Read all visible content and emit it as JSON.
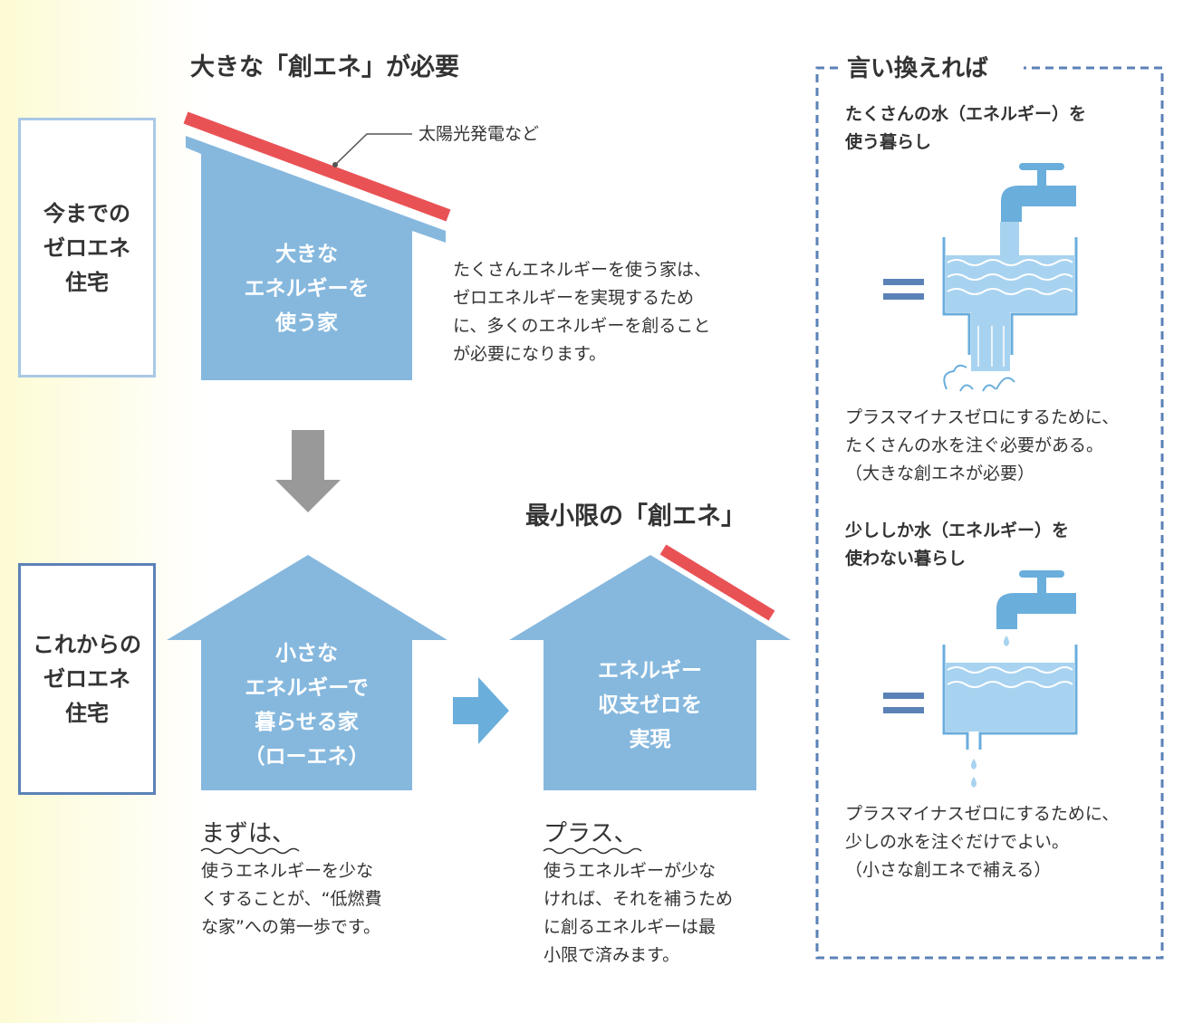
{
  "colors": {
    "house_blue": "#86b8de",
    "solar_red": "#e95255",
    "arrow_gray": "#999999",
    "arrow_blue": "#6aaedc",
    "frame_blue": "#5b82b7",
    "water_blue": "#a8d3f0"
  },
  "labels": {
    "current": "今までの\nゼロエネ\n住宅",
    "future": "これからの\nゼロエネ\n住宅"
  },
  "top": {
    "heading": "大きな「創エネ」が必要",
    "callout": "太陽光発電など",
    "house_text": "大きな\nエネルギーを\n使う家",
    "description": "たくさんエネルギーを使う家は、\nゼロエネルギーを実現するため\nに、多くのエネルギーを創ること\nが必要になります。"
  },
  "bottom": {
    "heading": "最小限の「創エネ」",
    "house1_text": "小さな\nエネルギーで\n暮らせる家\n（ローエネ）",
    "house2_text": "エネルギー\n収支ゼロを\n実現",
    "left_title": "まずは、",
    "left_text": "使うエネルギーを少な\nくすることが、“低燃費\nな家”への第一歩です。",
    "right_title": "プラス、",
    "right_text": "使うエネルギーが少な\nければ、それを補うため\nに創るエネルギーは最\n小限で済みます。"
  },
  "side": {
    "title": "言い換えれば",
    "head1": "たくさんの水（エネルギー）を\n使う暮らし",
    "text1": "プラスマイナスゼロにするために、\nたくさんの水を注ぐ必要がある。\n（大きな創エネが必要）",
    "head2": "少ししか水（エネルギー）を\n使わない暮らし",
    "text2": "プラスマイナスゼロにするために、\n少しの水を注ぐだけでよい。\n（小さな創エネで補える）"
  }
}
